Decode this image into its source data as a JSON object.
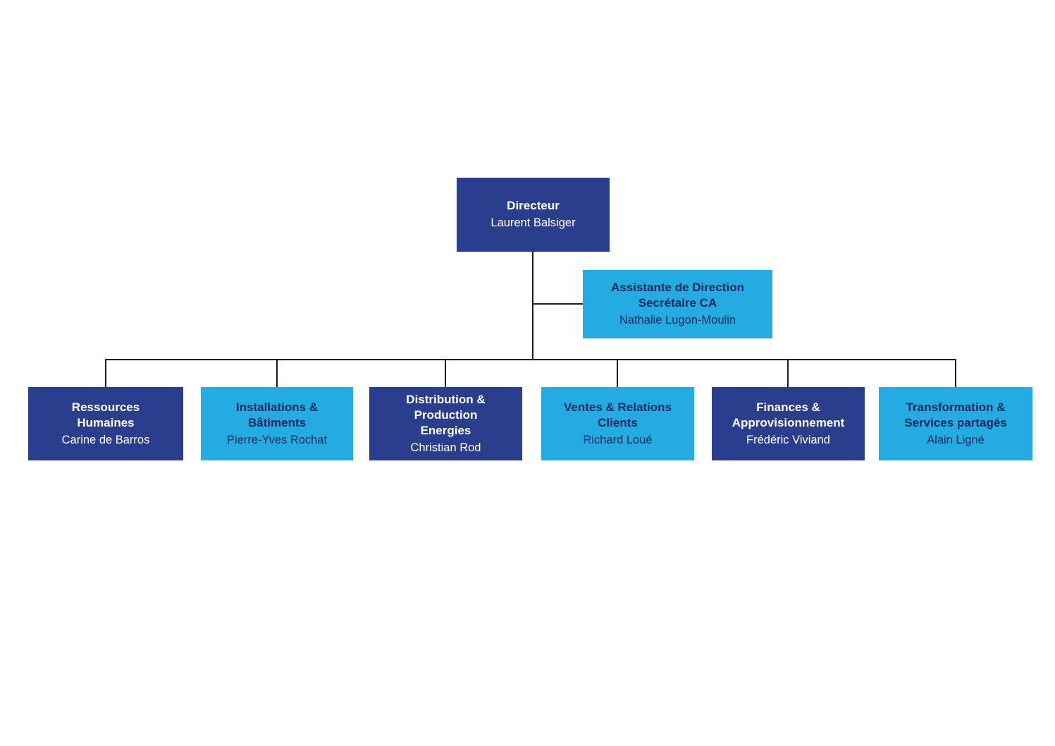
{
  "colors": {
    "dark_blue": "#2B3E8D",
    "light_blue": "#24ACE2",
    "dark_text": "#16265E",
    "line": "#1d1d1b",
    "background": "#ffffff"
  },
  "director": {
    "title": "Directeur",
    "name": "Laurent Balsiger"
  },
  "assistant": {
    "title": "Assistante de Direction\nSecrétaire CA",
    "name": "Nathalie Lugon-Moulin"
  },
  "departments": [
    {
      "title": "Ressources\nHumaines",
      "name": "Carine de Barros",
      "variant": "dark"
    },
    {
      "title": "Installations &\nBâtiments",
      "name": "Pierre-Yves Rochat",
      "variant": "light"
    },
    {
      "title": "Distribution &\nProduction\nEnergies",
      "name": "Christian Rod",
      "variant": "dark"
    },
    {
      "title": "Ventes & Relations\nClients",
      "name": "Richard Loué",
      "variant": "light"
    },
    {
      "title": "Finances &\nApprovisionnement",
      "name": "Frédéric Viviand",
      "variant": "dark"
    },
    {
      "title": "Transformation &\nServices partagés",
      "name": "Alain Ligné",
      "variant": "light"
    }
  ]
}
